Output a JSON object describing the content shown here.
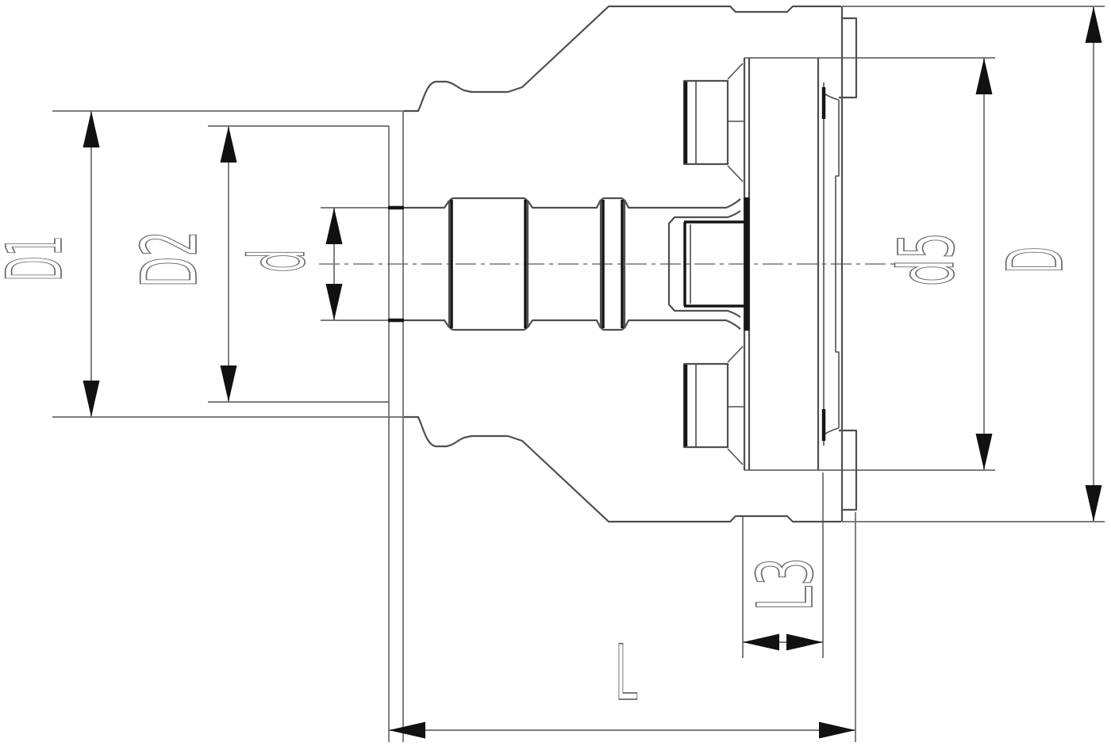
{
  "drawing": {
    "dimension_labels": {
      "d1": "D1",
      "d2": "D2",
      "d_small": "d",
      "d5": "d5",
      "d_big": "D",
      "l3": "L3",
      "l": "L"
    },
    "colors": {
      "background": "#ffffff",
      "thin_line": "#6a6a6a",
      "outline": "#4f4f4f",
      "thick_line": "#161616",
      "centerline": "#5a5a5a",
      "arrow": "#111111",
      "label": "#6a6a6a"
    }
  }
}
